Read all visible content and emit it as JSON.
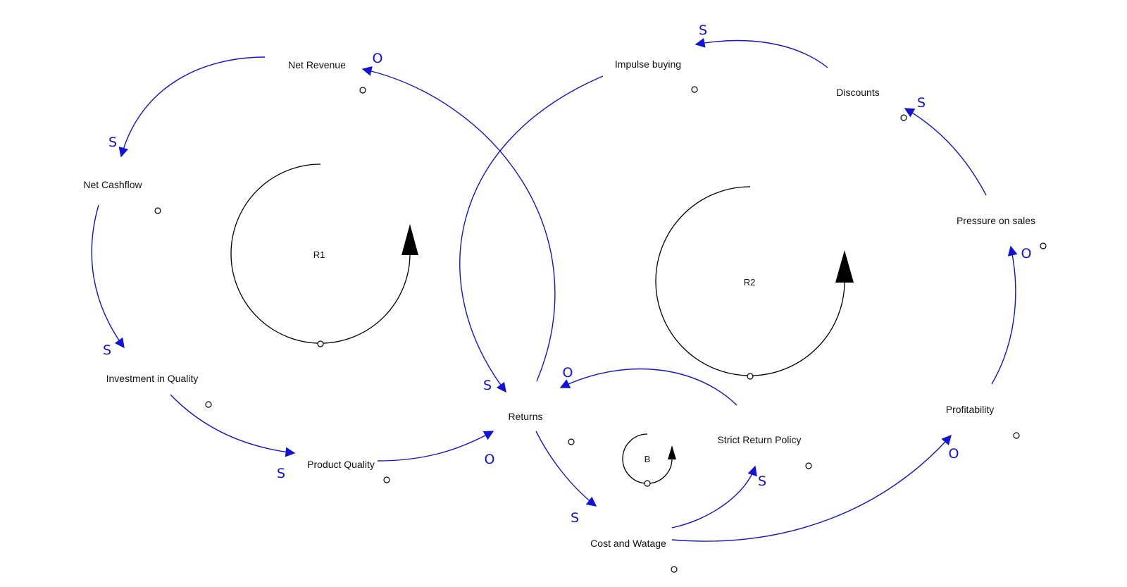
{
  "colors": {
    "link": "#1212d8",
    "polarity": "#1010e0",
    "loop": "#000000",
    "text": "#111111"
  },
  "nodes": {
    "net_revenue": "Net Revenue",
    "net_cashflow": "Net Cashflow",
    "investment_in_quality": "Investment in Quality",
    "product_quality": "Product Quality",
    "returns": "Returns",
    "cost_and_watage": "Cost and Watage",
    "strict_return_policy": "Strict Return Policy",
    "impulse_buying": "Impulse buying",
    "discounts": "Discounts",
    "pressure_on_sales": "Pressure on sales",
    "profitability": "Profitability"
  },
  "loops": {
    "r1": "R1",
    "r2": "R2",
    "b": "B"
  },
  "links": [
    {
      "from": "Net Revenue",
      "to": "Net Cashflow",
      "polarity": "S"
    },
    {
      "from": "Net Cashflow",
      "to": "Investment in Quality",
      "polarity": "S"
    },
    {
      "from": "Investment in Quality",
      "to": "Product Quality",
      "polarity": "S"
    },
    {
      "from": "Product Quality",
      "to": "Returns",
      "polarity": "O"
    },
    {
      "from": "Returns",
      "to": "Net Revenue",
      "polarity": "O"
    },
    {
      "from": "Impulse buying",
      "to": "Returns",
      "polarity": "S"
    },
    {
      "from": "Returns",
      "to": "Cost and Watage",
      "polarity": "S"
    },
    {
      "from": "Cost and Watage",
      "to": "Strict Return Policy",
      "polarity": "S"
    },
    {
      "from": "Strict Return Policy",
      "to": "Returns",
      "polarity": "O"
    },
    {
      "from": "Cost and Watage",
      "to": "Profitability",
      "polarity": "O"
    },
    {
      "from": "Profitability",
      "to": "Pressure on sales",
      "polarity": "O"
    },
    {
      "from": "Pressure on sales",
      "to": "Discounts",
      "polarity": "S"
    },
    {
      "from": "Discounts",
      "to": "Impulse buying",
      "polarity": "S"
    }
  ]
}
